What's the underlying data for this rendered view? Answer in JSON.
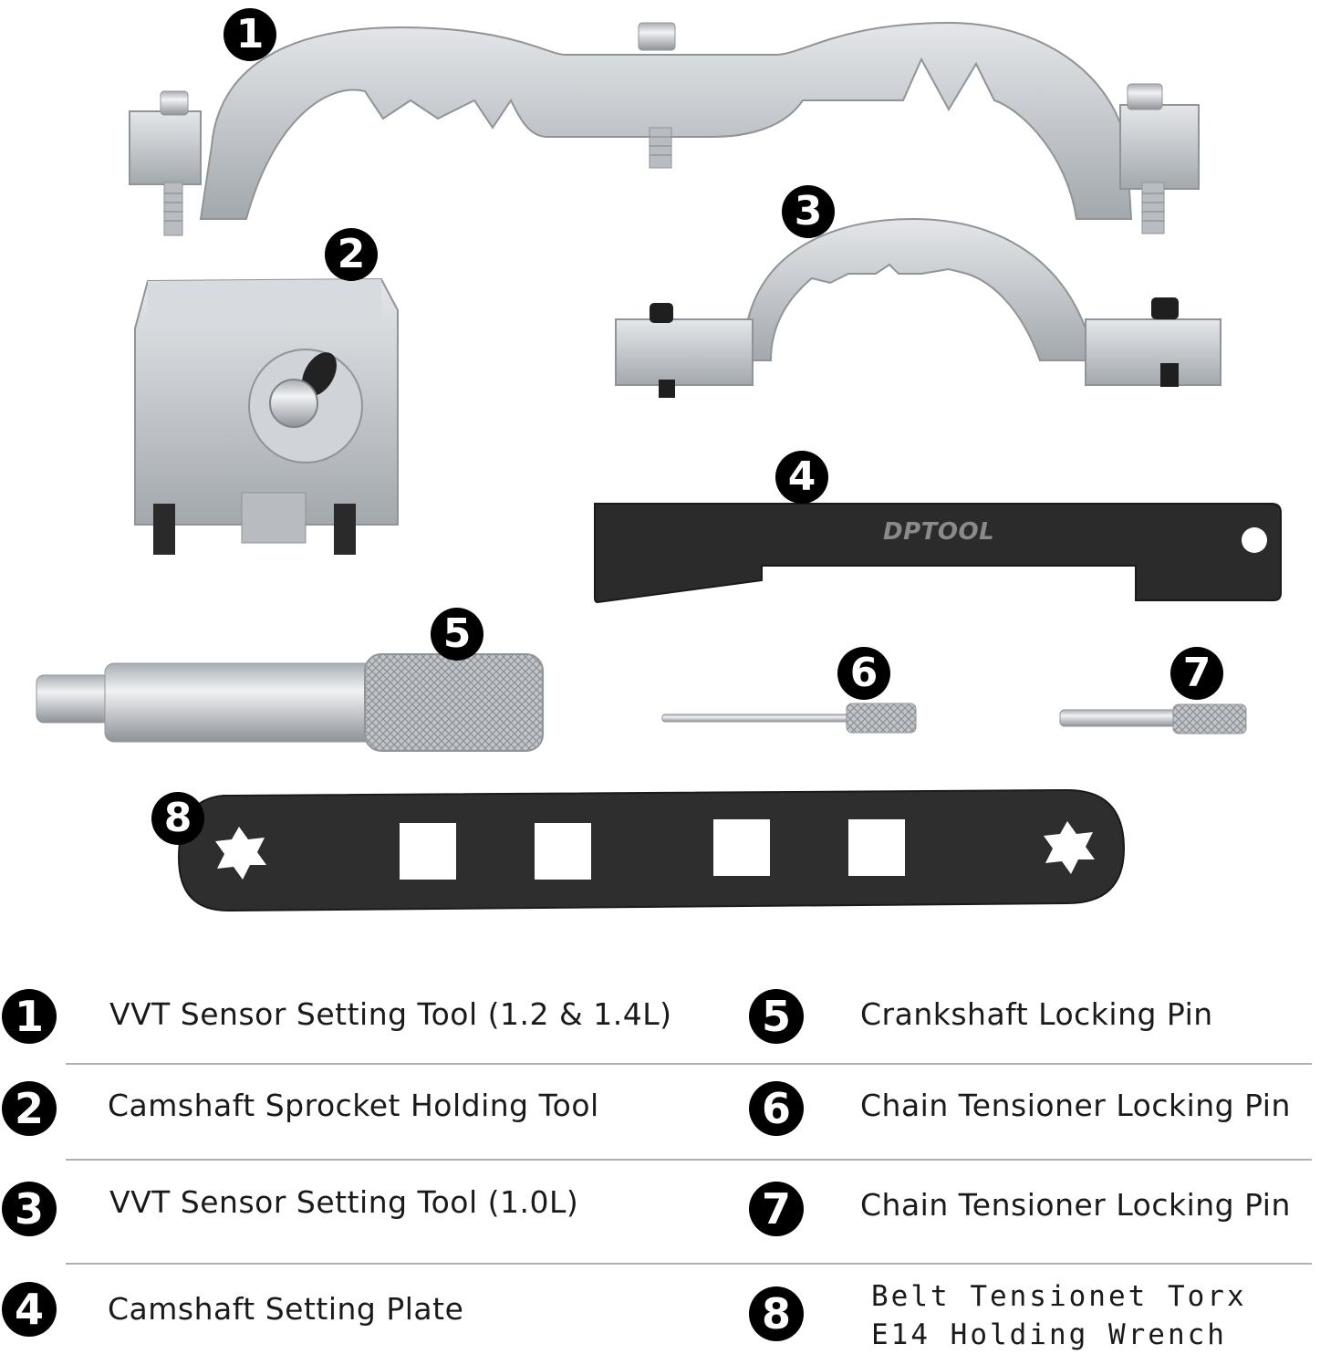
{
  "callouts": [
    "1",
    "2",
    "3",
    "4",
    "5",
    "6",
    "7",
    "8"
  ],
  "brand_engraving": "DPTOOL",
  "legend": [
    {
      "number": "1",
      "label": "VVT Sensor Setting Tool (1.2 & 1.4L)"
    },
    {
      "number": "2",
      "label": "Camshaft Sprocket Holding Tool"
    },
    {
      "number": "3",
      "label": "VVT Sensor Setting Tool (1.0L)"
    },
    {
      "number": "4",
      "label": "Camshaft Setting Plate"
    },
    {
      "number": "5",
      "label": "Crankshaft Locking Pin"
    },
    {
      "number": "6",
      "label": "Chain Tensioner Locking Pin"
    },
    {
      "number": "7",
      "label": "Chain Tensioner Locking Pin"
    },
    {
      "number": "8",
      "label": "Belt Tensionet Torx E14 Holding Wrench"
    }
  ],
  "colors": {
    "steel": "#c9ccd0",
    "steel_dark": "#9ea3a8",
    "black_oxide": "#2b2b2b",
    "badge": "#000000"
  }
}
